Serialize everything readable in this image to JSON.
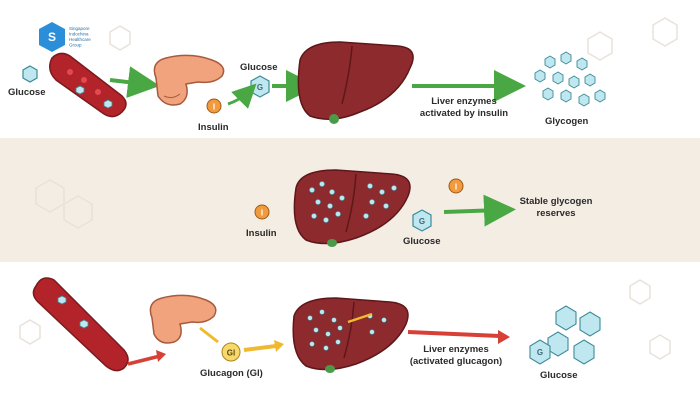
{
  "brand": {
    "name_lines": [
      "Singapore",
      "Indochina",
      "Healthcare",
      "Group"
    ],
    "logo_color": "#2a8fd8"
  },
  "colors": {
    "band_bg": "#f3ede4",
    "liver": "#8d2a2e",
    "liver_dark": "#6f1e22",
    "vessel": "#b3242a",
    "pancreas": "#f0a37c",
    "arrow_green": "#4aa844",
    "arrow_yellow": "#efba2f",
    "arrow_red": "#d64036",
    "hex_fill": "#bfe7ef",
    "hex_stroke": "#3c8a98",
    "insulin_token": "#f19a3e",
    "glucagon_token": "#f8d86a"
  },
  "rows": {
    "top": {
      "glucose_left": "Glucose",
      "glucose_mid": "Glucose",
      "glucose_token": "G",
      "insulin": "Insulin",
      "insulin_token": "I",
      "enzyme_lines": [
        "Liver enzymes",
        "activated by insulin"
      ],
      "result": "Glycogen"
    },
    "middle": {
      "insulin": "Insulin",
      "insulin_token": "I",
      "insulin_token_right": "I",
      "glucose": "Glucose",
      "glucose_token": "G",
      "result_lines": [
        "Stable glycogen",
        "reserves"
      ]
    },
    "bottom": {
      "glucagon": "Glucagon (Gl)",
      "glucagon_token": "Gl",
      "enzyme_lines": [
        "Liver enzymes",
        "(activated glucagon)"
      ],
      "result": "Glucose",
      "glucose_token": "G"
    }
  }
}
